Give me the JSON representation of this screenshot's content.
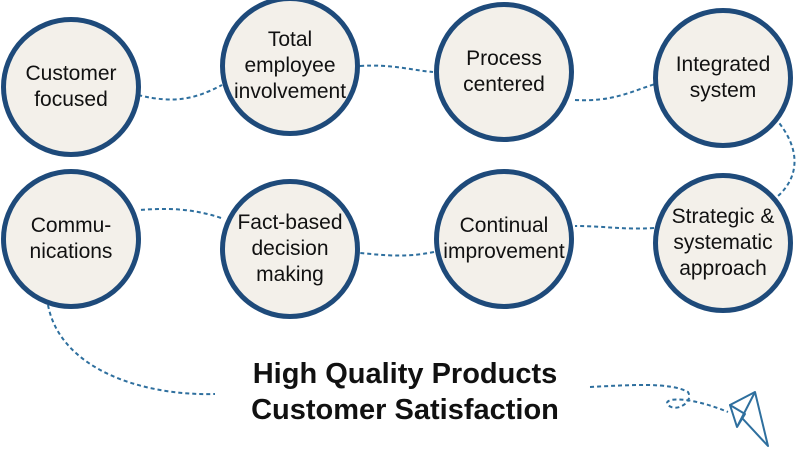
{
  "diagram": {
    "line_color": "#2e6f9e",
    "circle_border_color": "#1e4a7a",
    "circle_fill_color": "#f3f0ea",
    "nodes": [
      {
        "id": "customer-focused",
        "label": "Customer\nfocused"
      },
      {
        "id": "total-employee-involvement",
        "label": "Total\nemployee\ninvolvement"
      },
      {
        "id": "process-centered",
        "label": "Process\ncentered"
      },
      {
        "id": "integrated-system",
        "label": "Integrated\nsystem"
      },
      {
        "id": "strategic-systematic-approach",
        "label": "Strategic &\nsystematic\napproach"
      },
      {
        "id": "continual-improvement",
        "label": "Continual\nimprovement"
      },
      {
        "id": "fact-based-decision-making",
        "label": "Fact-based\ndecision\nmaking"
      },
      {
        "id": "communications",
        "label": "Commu-\nnications"
      }
    ],
    "outcome": {
      "line1": "High Quality Products",
      "line2": "Customer Satisfaction",
      "icon": "paper-plane-icon"
    }
  }
}
